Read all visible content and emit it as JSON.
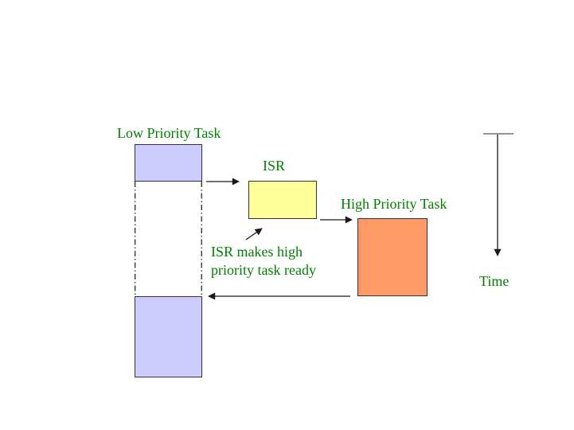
{
  "diagram": {
    "title_context": "ISR preemption scheduling diagram",
    "labels": {
      "low_priority": "Low Priority Task",
      "isr": "ISR",
      "high_priority": "High Priority Task",
      "time": "Time"
    },
    "annotation": {
      "line1": "ISR makes high",
      "line2": "priority task ready"
    },
    "colors": {
      "background": "#FFFFFF",
      "label_text": "#008000",
      "low_priority_fill": "#CCCCFF",
      "isr_fill": "#FFFF99",
      "high_priority_fill": "#FF9966",
      "box_border": "#333333",
      "line": "#1A1A1A"
    }
  }
}
